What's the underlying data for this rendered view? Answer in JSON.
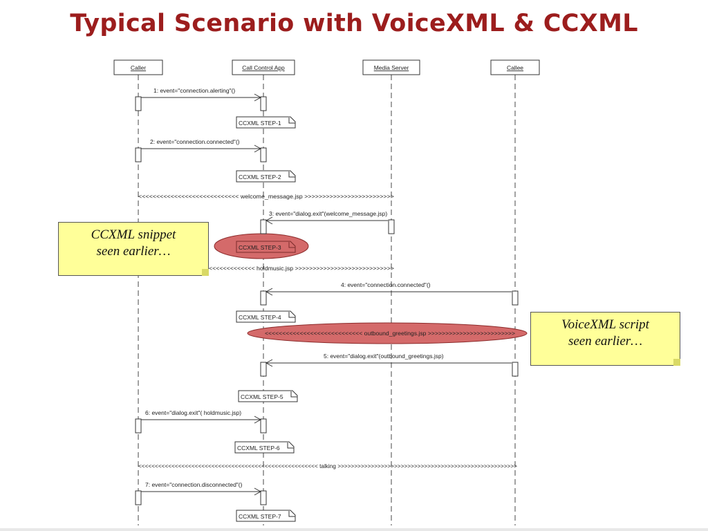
{
  "title": "Typical Scenario with VoiceXML & CCXML",
  "actors": [
    {
      "id": "caller",
      "label": "Caller"
    },
    {
      "id": "app",
      "label": "Call Control App"
    },
    {
      "id": "media",
      "label": "Media Server"
    },
    {
      "id": "callee",
      "label": "Callee"
    }
  ],
  "messages": [
    {
      "label": "1: event=\"connection.alerting\"()"
    },
    {
      "label": "2: event=\"connection.connected\"()"
    },
    {
      "label": "3: event=\"dialog.exit\"(welcome_message.jsp)"
    },
    {
      "label": "4: event=\"connection.connected\"()"
    },
    {
      "label": "5: event=\"dialog.exit\"(outbound_greetings.jsp)"
    },
    {
      "label": "6: event=\"dialog.exit\"( holdmusic.jsp)"
    },
    {
      "label": "7: event=\"connection.disconnected\"()"
    }
  ],
  "steps": [
    "CCXML STEP-1",
    "CCXML STEP-2",
    "CCXML STEP-3",
    "CCXML STEP-4",
    "CCXML STEP-5",
    "CCXML STEP-6",
    "CCXML STEP-7"
  ],
  "streams": [
    {
      "label": "<<<<<<<<<<<<<<<<<<<<<<<<<<<< welcome_message.jsp >>>>>>>>>>>>>>>>>>>>>>>>>"
    },
    {
      "label": "<<<<<<<<<<<<< holdmusic.jsp >>>>>>>>>>>>>>>>>>>>>>>>>>>>"
    },
    {
      "label": "<<<<<<<<<<<<<<<<<<<<<<<<<<<< outbound_greetings.jsp >>>>>>>>>>>>>>>>>>>>>>>>>"
    },
    {
      "label": "<<<<<<<<<<<<<<<<<<<<<<<<<<<<<<<<<<<<<<<<<<<<<<<<<<<<<< talking >>>>>>>>>>>>>>>>>>>>>>>>>>>>>>>>>>>>>>>>>>>>>>>>>>>>>>"
    }
  ],
  "notes": {
    "ccxml": {
      "line1": "CCXML snippet",
      "line2": "seen earlier…"
    },
    "voicexml": {
      "line1": "VoiceXML script",
      "line2": "seen earlier…"
    }
  },
  "colors": {
    "title": "#9c1d1d",
    "note_fill": "#ffff99",
    "highlight": "#d46a6a"
  }
}
